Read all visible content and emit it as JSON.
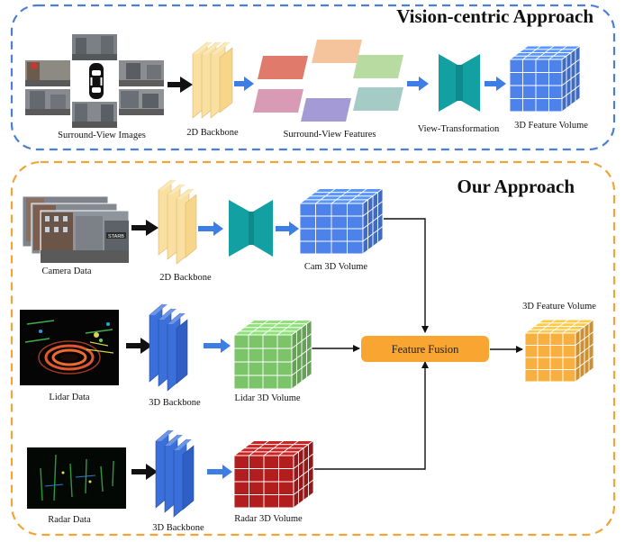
{
  "vision_centric": {
    "title": "Vision-centric Approach",
    "labels": {
      "surround_images": "Surround-View Images",
      "backbone": "2D Backbone",
      "surround_features": "Surround-View Features",
      "view_transform": "View-Transformation",
      "feature_volume": "3D Feature Volume"
    }
  },
  "our_approach": {
    "title": "Our Approach",
    "labels": {
      "camera_data": "Camera Data",
      "cam_backbone": "2D Backbone",
      "cam_volume": "Cam 3D Volume",
      "lidar_data": "Lidar Data",
      "lidar_backbone": "3D Backbone",
      "lidar_volume": "Lidar 3D Volume",
      "radar_data": "Radar Data",
      "radar_backbone": "3D Backbone",
      "radar_volume": "Radar 3D Volume",
      "fusion": "Feature Fusion",
      "output_volume": "3D Feature Volume"
    },
    "camera_sign_text": "STARB"
  },
  "colors": {
    "top_border": "#4a7fd4",
    "bottom_border": "#f2a43a",
    "backbone_yellow": "#f9dfa0",
    "backbone_blue": "#3b6fd9",
    "transform_teal": "#12a0a3",
    "arrow_blue": "#3d7ee6",
    "cube_blue": "#4d82ea",
    "cube_green": "#7cc46a",
    "cube_red": "#b21e1e",
    "cube_orange": "#f7b040",
    "fusion_orange": "#f9a531",
    "feature_colors": [
      "#e07a6a",
      "#f6c49c",
      "#b7dba0",
      "#d89ab4",
      "#a49bd6",
      "#a4cbc6"
    ]
  }
}
